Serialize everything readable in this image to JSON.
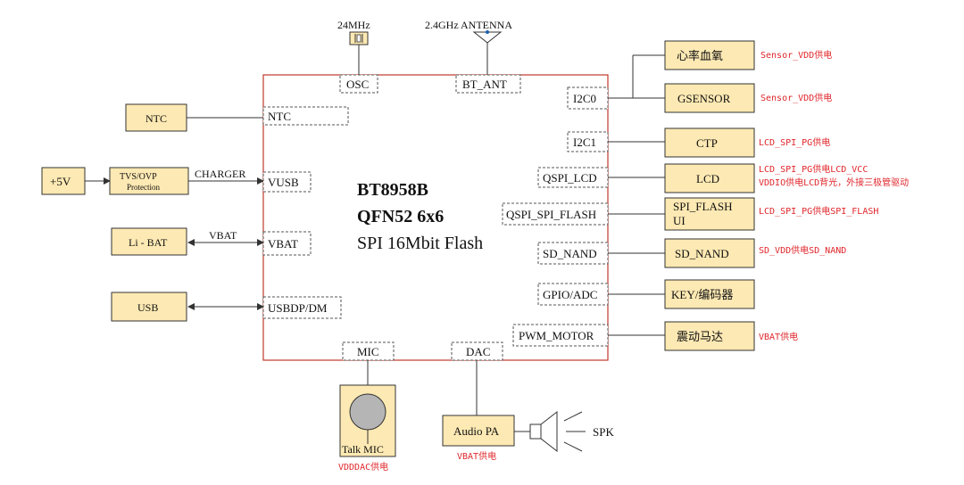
{
  "chip": {
    "name": "BT8958B",
    "package": "QFN52 6x6",
    "flash": "SPI 16Mbit Flash"
  },
  "top": {
    "crystal": "24MHz",
    "antenna": "2.4GHz ANTENNA",
    "osc_pin": "OSC",
    "bt_pin": "BT_ANT"
  },
  "left": {
    "ntc_box": "NTC",
    "ntc_pin": "NTC",
    "plus5v": "+5V",
    "tvs_line1": "TVS/OVP",
    "tvs_line2": "Protection",
    "charger_label": "CHARGER",
    "vusb_pin": "VUSB",
    "libat_box": "Li - BAT",
    "vbat_label": "VBAT",
    "vbat_pin": "VBAT",
    "usb_box": "USB",
    "usbdp_pin": "USBDP/DM"
  },
  "right_pins": {
    "i2c0": "I2C0",
    "i2c1": "I2C1",
    "qspi_lcd": "QSPI_LCD",
    "qspi_flash": "QSPI_SPI_FLASH",
    "sd_nand": "SD_NAND",
    "gpio_adc": "GPIO/ADC",
    "pwm_motor": "PWM_MOTOR"
  },
  "right_boxes": {
    "heart": "心率血氧",
    "gsensor": "GSENSOR",
    "ctp": "CTP",
    "lcd": "LCD",
    "spi_flash_l1": "SPI_FLASH",
    "spi_flash_l2": "UI",
    "sd_nand": "SD_NAND",
    "key": "KEY/编码器",
    "motor": "震动马达"
  },
  "right_notes": {
    "heart": "Sensor_VDD供电",
    "gsensor": "Sensor_VDD供电",
    "ctp": "LCD_SPI_PG供电",
    "lcd_l1": "LCD_SPI_PG供电LCD_VCC",
    "lcd_l2": "VDDIO供电LCD背光，外接三极管驱动",
    "spi_flash": "LCD_SPI_PG供电SPI_FLASH",
    "sd_nand": "SD_VDD供电SD_NAND",
    "motor": "VBAT供电"
  },
  "bottom": {
    "mic_pin": "MIC",
    "dac_pin": "DAC",
    "talk_mic": "Talk MIC",
    "mic_note": "VDDDAC供电",
    "audio_pa": "Audio PA",
    "pa_note": "VBAT供电",
    "spk": "SPK"
  },
  "colors": {
    "chip_border": "#c0392b",
    "box_fill": "#fde9b3",
    "note_red": "#e0262b"
  }
}
